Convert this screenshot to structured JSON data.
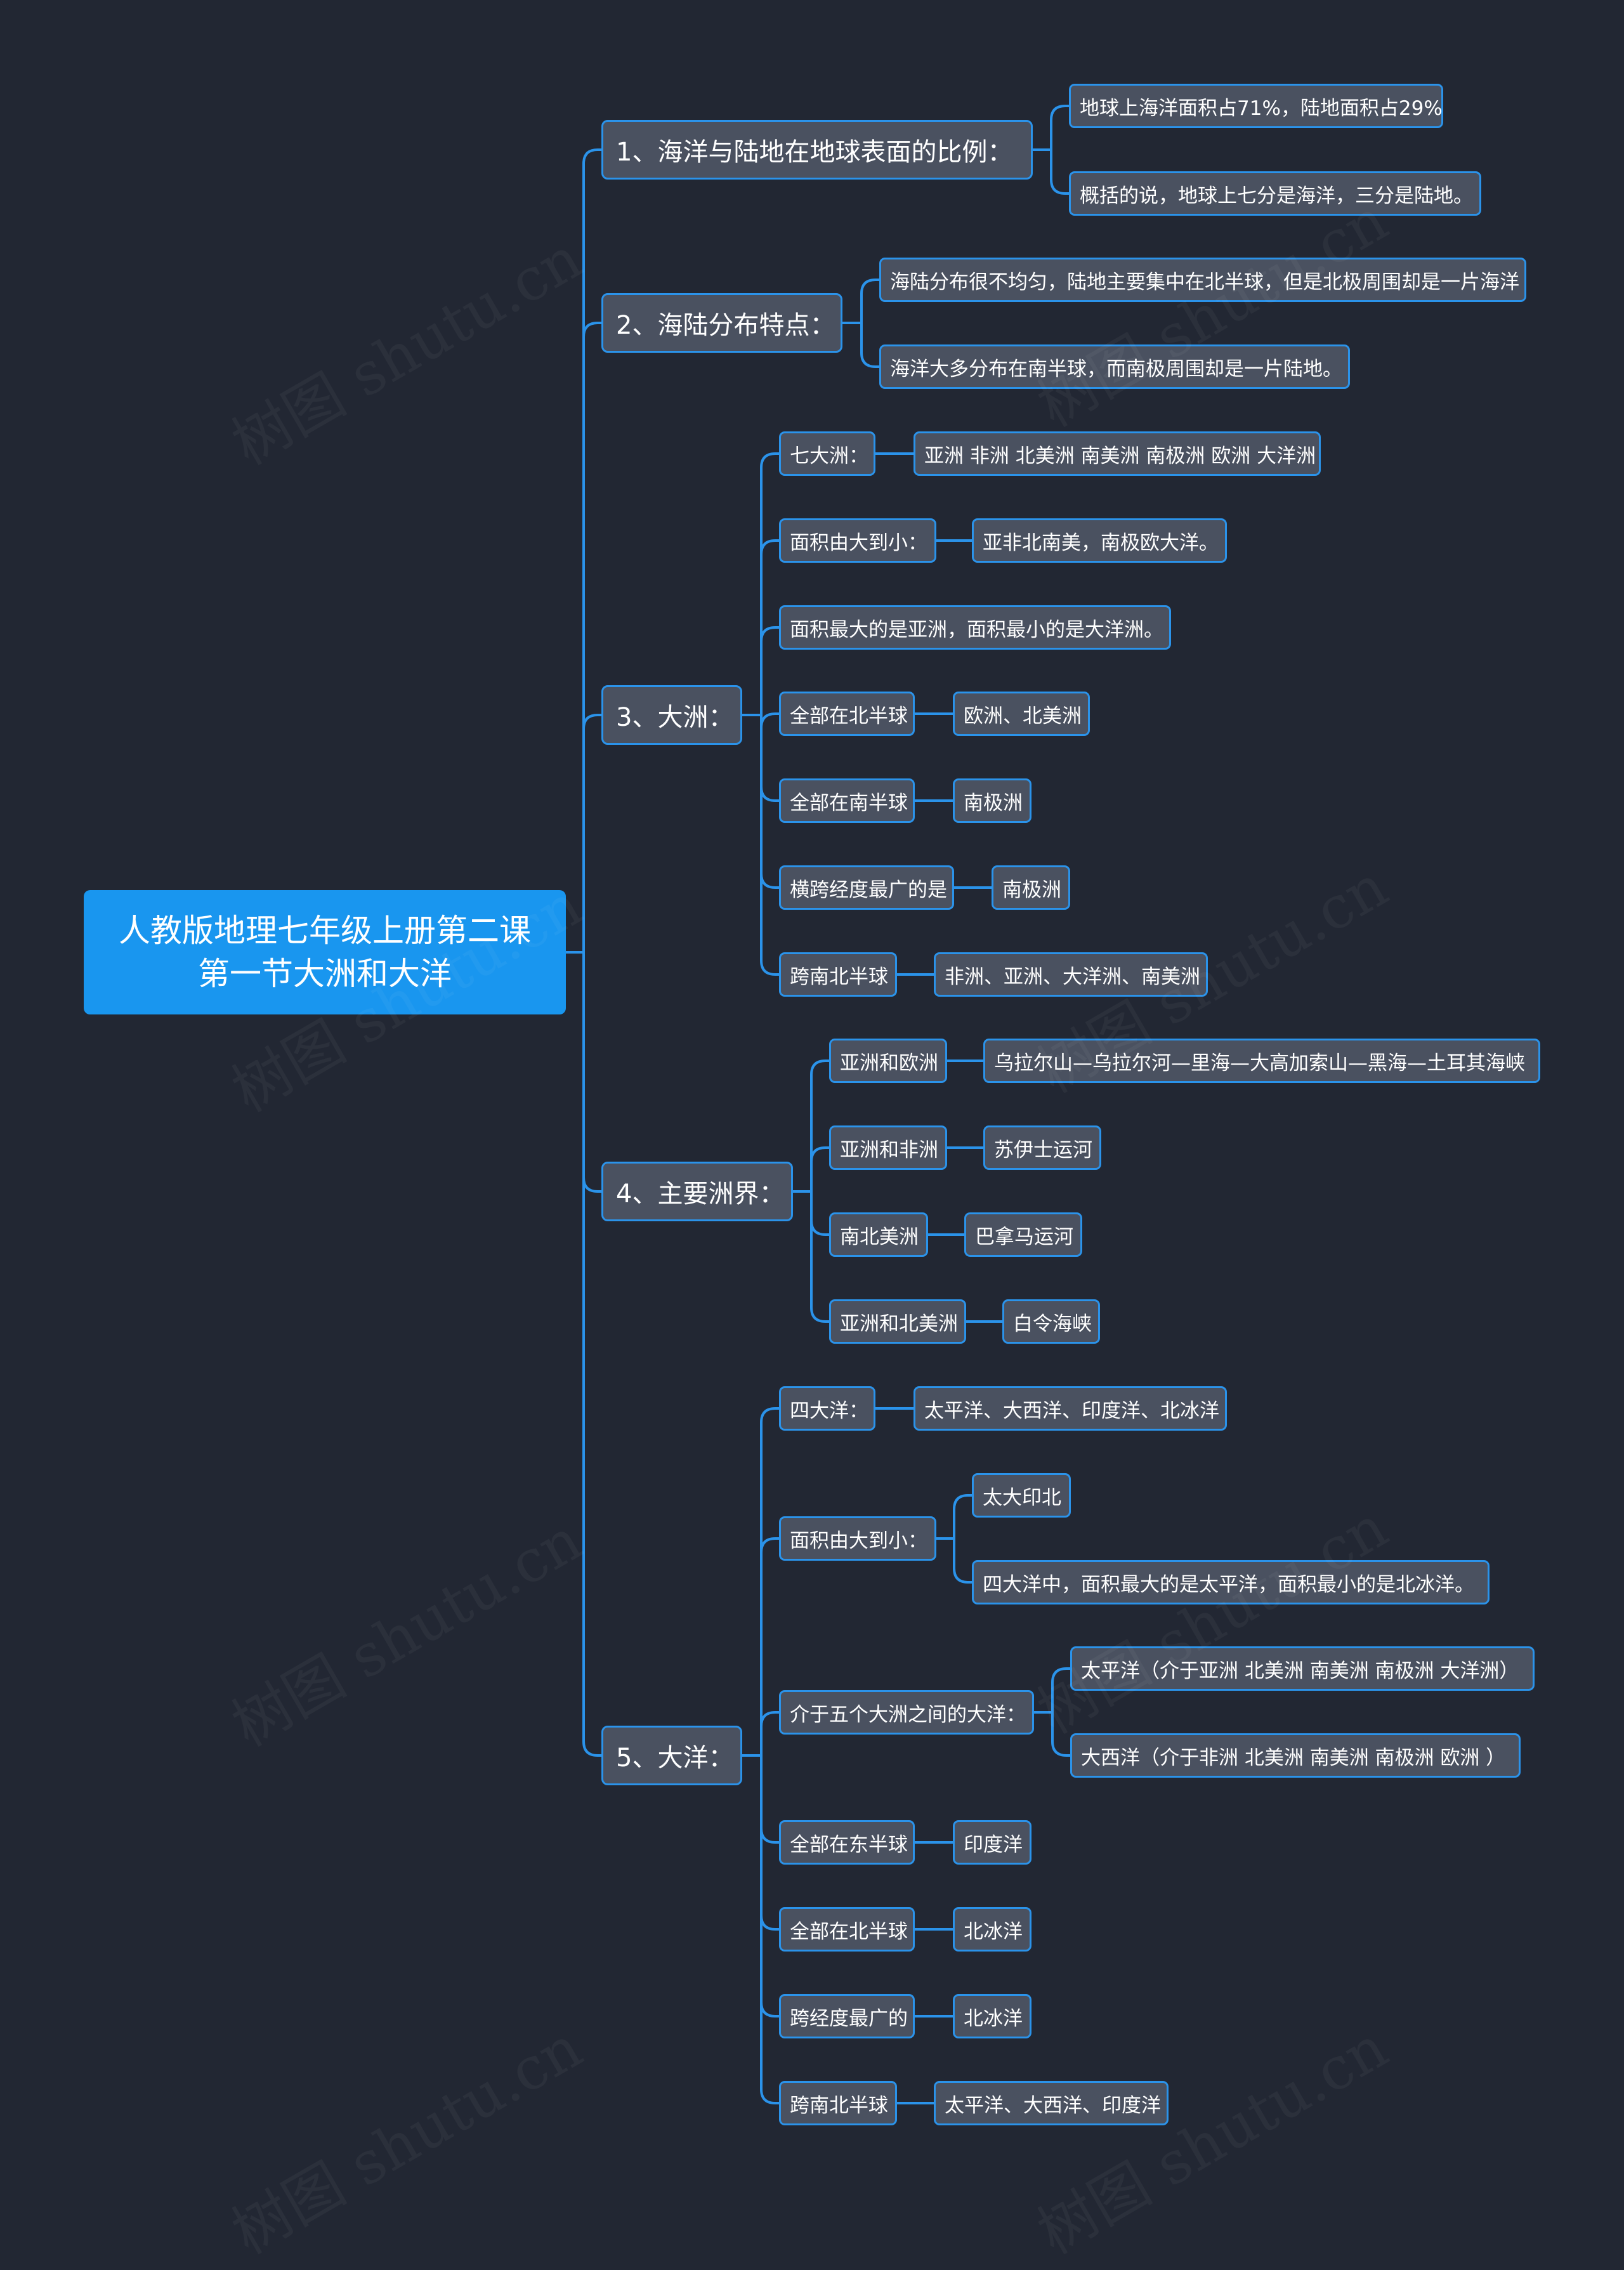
{
  "root": {
    "line1": "人教版地理七年级上册第二课",
    "line2": "第一节大洲和大洋"
  },
  "watermark": "树图 shutu.cn",
  "colors": {
    "background": "#222733",
    "root_fill": "#1996ef",
    "node_fill": "#4a5160",
    "link": "#2b93ea"
  },
  "branches": [
    {
      "label": "1、海洋与陆地在地球表面的比例：",
      "children": [
        {
          "label": "地球上海洋面积占71%，陆地面积占29%"
        },
        {
          "label": "概括的说，地球上七分是海洋，三分是陆地。"
        }
      ]
    },
    {
      "label": "2、海陆分布特点：",
      "children": [
        {
          "label": "海陆分布很不均匀，陆地主要集中在北半球，但是北极周围却是一片海洋"
        },
        {
          "label": "海洋大多分布在南半球，而南极周围却是一片陆地。"
        }
      ]
    },
    {
      "label": "3、大洲：",
      "children": [
        {
          "label": "七大洲：",
          "children": [
            {
              "label": "亚洲 非洲 北美洲 南美洲 南极洲 欧洲 大洋洲"
            }
          ]
        },
        {
          "label": "面积由大到小：",
          "children": [
            {
              "label": "亚非北南美，南极欧大洋。"
            }
          ]
        },
        {
          "label": "面积最大的是亚洲，面积最小的是大洋洲。"
        },
        {
          "label": "全部在北半球",
          "children": [
            {
              "label": "欧洲、北美洲"
            }
          ]
        },
        {
          "label": "全部在南半球",
          "children": [
            {
              "label": "南极洲"
            }
          ]
        },
        {
          "label": "横跨经度最广的是",
          "children": [
            {
              "label": "南极洲"
            }
          ]
        },
        {
          "label": "跨南北半球",
          "children": [
            {
              "label": "非洲、亚洲、大洋洲、南美洲"
            }
          ]
        }
      ]
    },
    {
      "label": "4、主要洲界：",
      "children": [
        {
          "label": "亚洲和欧洲",
          "children": [
            {
              "label": "乌拉尔山—乌拉尔河—里海—大高加索山—黑海—土耳其海峡"
            }
          ]
        },
        {
          "label": "亚洲和非洲",
          "children": [
            {
              "label": "苏伊士运河"
            }
          ]
        },
        {
          "label": "南北美洲",
          "children": [
            {
              "label": "巴拿马运河"
            }
          ]
        },
        {
          "label": "亚洲和北美洲",
          "children": [
            {
              "label": "白令海峡"
            }
          ]
        }
      ]
    },
    {
      "label": "5、大洋：",
      "children": [
        {
          "label": "四大洋：",
          "children": [
            {
              "label": "太平洋、大西洋、印度洋、北冰洋"
            }
          ]
        },
        {
          "label": "面积由大到小：",
          "children": [
            {
              "label": "太大印北"
            },
            {
              "label": "四大洋中，面积最大的是太平洋，面积最小的是北冰洋。"
            }
          ]
        },
        {
          "label": "介于五个大洲之间的大洋：",
          "children": [
            {
              "label": "太平洋（介于亚洲 北美洲 南美洲 南极洲 大洋洲）"
            },
            {
              "label": "大西洋（介于非洲 北美洲 南美洲 南极洲 欧洲 ）"
            }
          ]
        },
        {
          "label": "全部在东半球",
          "children": [
            {
              "label": "印度洋"
            }
          ]
        },
        {
          "label": "全部在北半球",
          "children": [
            {
              "label": "北冰洋"
            }
          ]
        },
        {
          "label": "跨经度最广的",
          "children": [
            {
              "label": "北冰洋"
            }
          ]
        },
        {
          "label": "跨南北半球",
          "children": [
            {
              "label": "太平洋、大西洋、印度洋"
            }
          ]
        }
      ]
    }
  ]
}
